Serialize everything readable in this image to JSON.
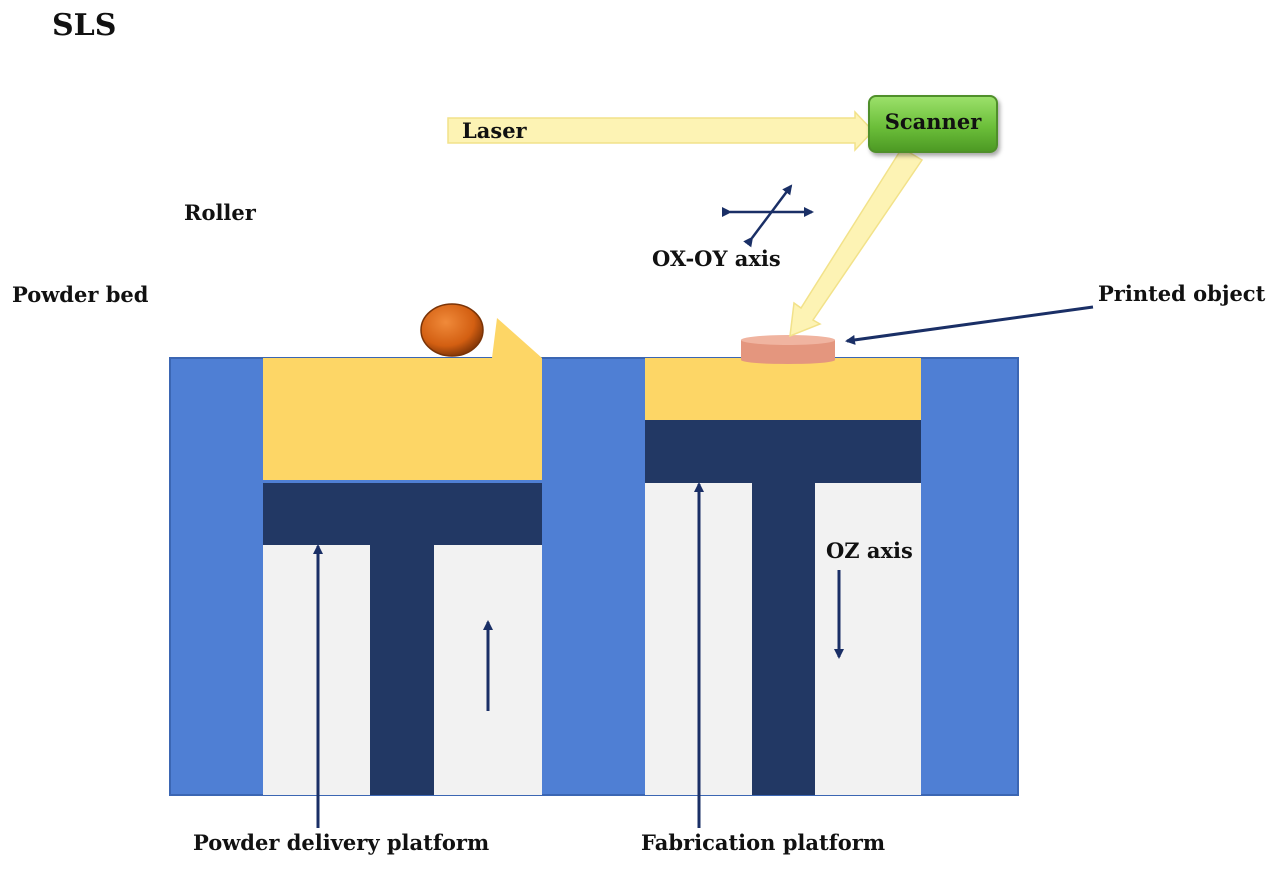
{
  "title": "SLS",
  "labels": {
    "laser": "Laser",
    "scanner": "Scanner",
    "roller": "Roller",
    "oxoy_axis": "OX-OY axis",
    "powder_bed": "Powder bed",
    "printed_object": "Printed object",
    "oz_axis": "OZ axis",
    "powder_delivery_platform": "Powder delivery platform",
    "fabrication_platform": "Fabrication platform"
  },
  "colors": {
    "chamber": "#4f7fd4",
    "powder": "#fdd666",
    "platform": "#223864",
    "cavity": "#f2f2f2",
    "roller": "#d35f12",
    "printed_object": "#e4967e",
    "laser_beam": "#fdf3b4",
    "scanner": "#6cbf3a",
    "arrow": "#1a2f66"
  }
}
